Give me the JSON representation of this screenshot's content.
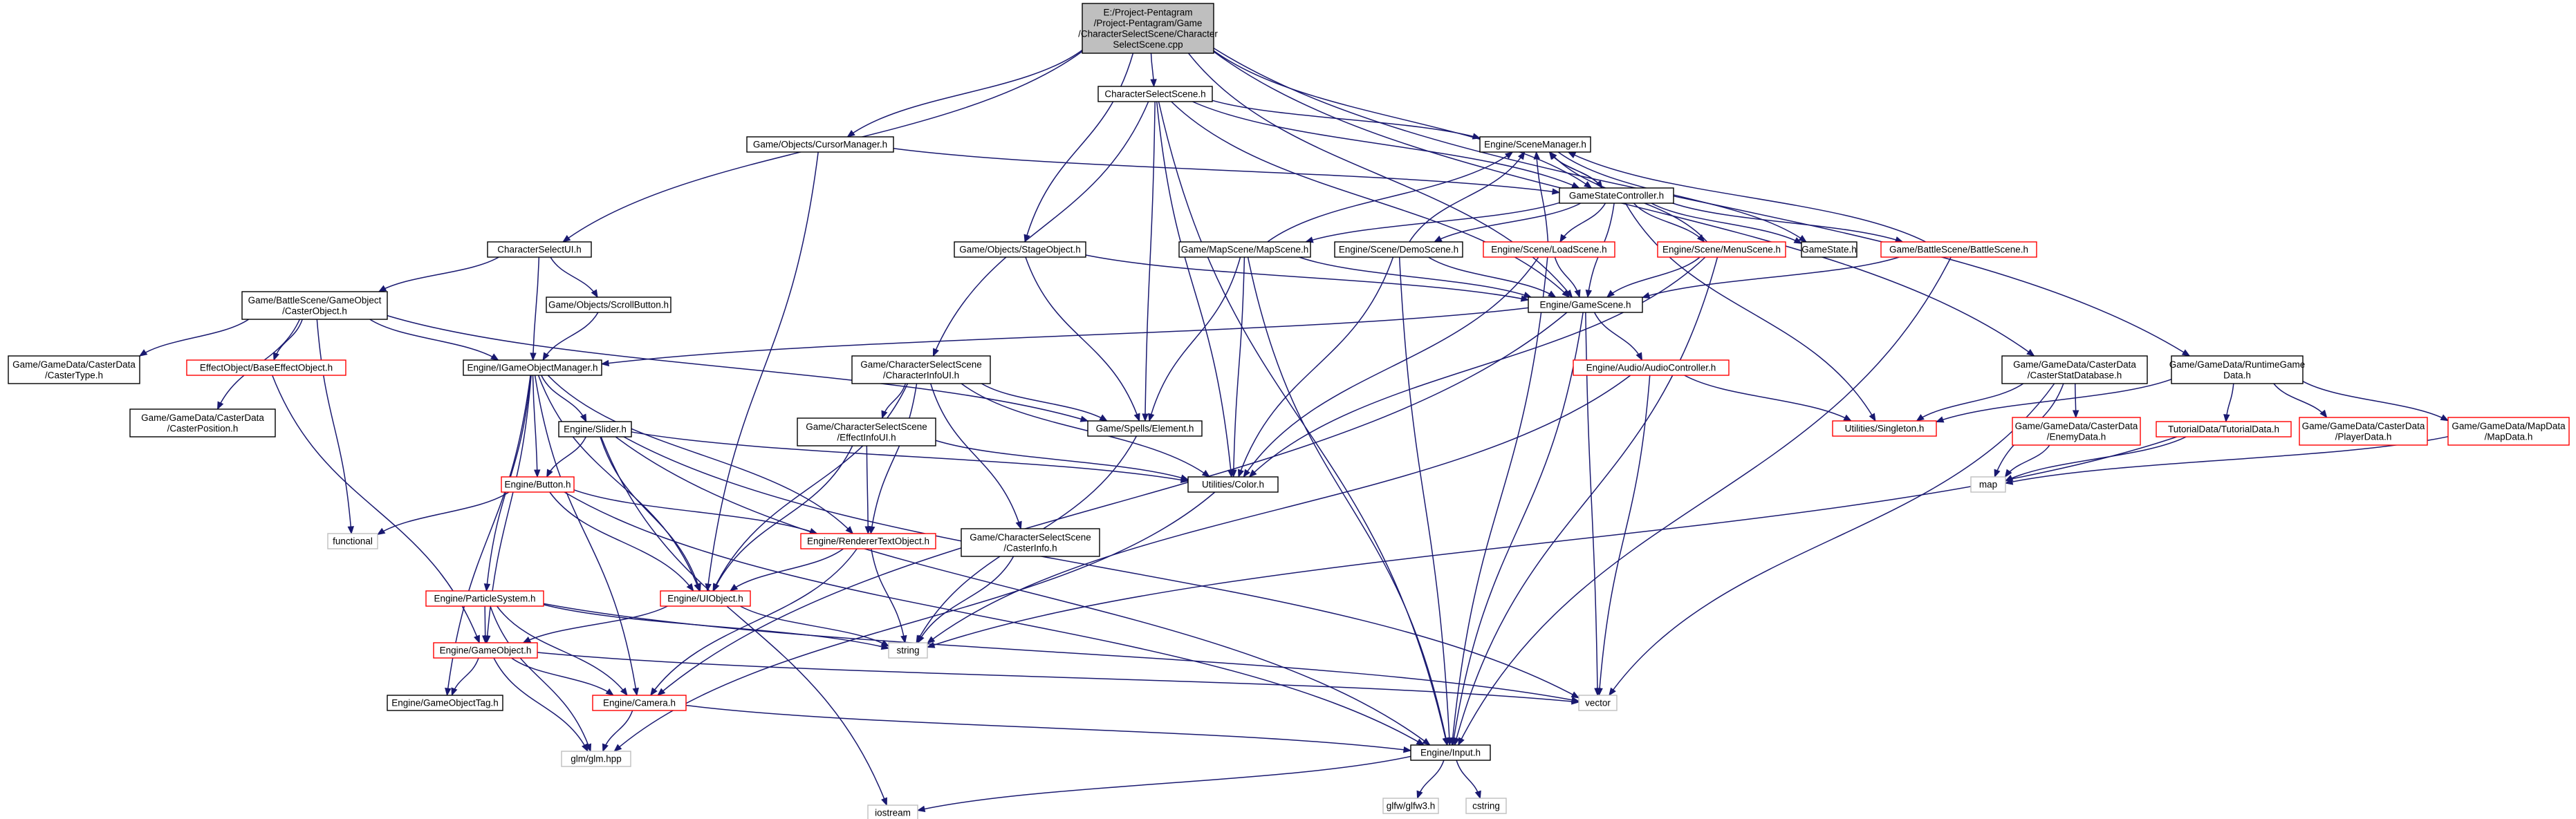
{
  "graph": {
    "nodes": [
      {
        "id": "root",
        "lines": [
          "E:/Project-Pentagram",
          "/Project-Pentagram/Game",
          "/CharacterSelectScene/Character",
          "SelectScene.cpp"
        ],
        "kind": "root"
      },
      {
        "id": "css_h",
        "lines": [
          "CharacterSelectScene.h"
        ],
        "kind": "normal"
      },
      {
        "id": "cursor",
        "lines": [
          "Game/Objects/CursorManager.h"
        ],
        "kind": "normal"
      },
      {
        "id": "scenemgr",
        "lines": [
          "Engine/SceneManager.h"
        ],
        "kind": "normal"
      },
      {
        "id": "gsc",
        "lines": [
          "GameStateController.h"
        ],
        "kind": "normal"
      },
      {
        "id": "csui",
        "lines": [
          "CharacterSelectUI.h"
        ],
        "kind": "normal"
      },
      {
        "id": "stage",
        "lines": [
          "Game/Objects/StageObject.h"
        ],
        "kind": "normal"
      },
      {
        "id": "mapscene",
        "lines": [
          "Game/MapScene/MapScene.h"
        ],
        "kind": "normal"
      },
      {
        "id": "demoscene",
        "lines": [
          "Engine/Scene/DemoScene.h"
        ],
        "kind": "normal"
      },
      {
        "id": "loadscene",
        "lines": [
          "Engine/Scene/LoadScene.h"
        ],
        "kind": "incomplete"
      },
      {
        "id": "menuscene",
        "lines": [
          "Engine/Scene/MenuScene.h"
        ],
        "kind": "incomplete"
      },
      {
        "id": "gamestate",
        "lines": [
          "GameState.h"
        ],
        "kind": "normal"
      },
      {
        "id": "battlescene",
        "lines": [
          "Game/BattleScene/BattleScene.h"
        ],
        "kind": "incomplete"
      },
      {
        "id": "casterobj",
        "lines": [
          "Game/BattleScene/GameObject",
          "/CasterObject.h"
        ],
        "kind": "normal"
      },
      {
        "id": "scroll",
        "lines": [
          "Game/Objects/ScrollButton.h"
        ],
        "kind": "normal"
      },
      {
        "id": "gamescene",
        "lines": [
          "Engine/GameScene.h"
        ],
        "kind": "normal"
      },
      {
        "id": "casterstat",
        "lines": [
          "Game/GameData/CasterData",
          "/CasterStatDatabase.h"
        ],
        "kind": "normal"
      },
      {
        "id": "runtime",
        "lines": [
          "Game/GameData/RuntimeGame",
          "Data.h"
        ],
        "kind": "normal"
      },
      {
        "id": "castertype",
        "lines": [
          "Game/GameData/CasterData",
          "/CasterType.h"
        ],
        "kind": "normal"
      },
      {
        "id": "baseeffect",
        "lines": [
          "EffectObject/BaseEffectObject.h"
        ],
        "kind": "incomplete"
      },
      {
        "id": "igom",
        "lines": [
          "Engine/IGameObjectManager.h"
        ],
        "kind": "normal"
      },
      {
        "id": "cinfoui",
        "lines": [
          "Game/CharacterSelectScene",
          "/CharacterInfoUI.h"
        ],
        "kind": "normal"
      },
      {
        "id": "audio",
        "lines": [
          "Engine/Audio/AudioController.h"
        ],
        "kind": "incomplete"
      },
      {
        "id": "casterpos",
        "lines": [
          "Game/GameData/CasterData",
          "/CasterPosition.h"
        ],
        "kind": "normal"
      },
      {
        "id": "slider",
        "lines": [
          "Engine/Slider.h"
        ],
        "kind": "normal"
      },
      {
        "id": "effectinfo",
        "lines": [
          "Game/CharacterSelectScene",
          "/EffectInfoUI.h"
        ],
        "kind": "normal"
      },
      {
        "id": "element",
        "lines": [
          "Game/Spells/Element.h"
        ],
        "kind": "normal"
      },
      {
        "id": "singleton",
        "lines": [
          "Utilities/Singleton.h"
        ],
        "kind": "incomplete"
      },
      {
        "id": "enemydata",
        "lines": [
          "Game/GameData/CasterData",
          "/EnemyData.h"
        ],
        "kind": "incomplete"
      },
      {
        "id": "tutorial",
        "lines": [
          "TutorialData/TutorialData.h"
        ],
        "kind": "incomplete"
      },
      {
        "id": "playerdata",
        "lines": [
          "Game/GameData/CasterData",
          "/PlayerData.h"
        ],
        "kind": "incomplete"
      },
      {
        "id": "mapdata",
        "lines": [
          "Game/GameData/MapData",
          "/MapData.h"
        ],
        "kind": "incomplete"
      },
      {
        "id": "button",
        "lines": [
          "Engine/Button.h"
        ],
        "kind": "incomplete"
      },
      {
        "id": "color",
        "lines": [
          "Utilities/Color.h"
        ],
        "kind": "normal"
      },
      {
        "id": "map",
        "lines": [
          "map"
        ],
        "kind": "missing"
      },
      {
        "id": "functional",
        "lines": [
          "functional"
        ],
        "kind": "missing"
      },
      {
        "id": "rtext",
        "lines": [
          "Engine/RendererTextObject.h"
        ],
        "kind": "incomplete"
      },
      {
        "id": "casterinfo",
        "lines": [
          "Game/CharacterSelectScene",
          "/CasterInfo.h"
        ],
        "kind": "normal"
      },
      {
        "id": "particle",
        "lines": [
          "Engine/ParticleSystem.h"
        ],
        "kind": "incomplete"
      },
      {
        "id": "uiobject",
        "lines": [
          "Engine/UIObject.h"
        ],
        "kind": "incomplete"
      },
      {
        "id": "string",
        "lines": [
          "string"
        ],
        "kind": "missing"
      },
      {
        "id": "gameobj",
        "lines": [
          "Engine/GameObject.h"
        ],
        "kind": "incomplete"
      },
      {
        "id": "gotag",
        "lines": [
          "Engine/GameObjectTag.h"
        ],
        "kind": "normal"
      },
      {
        "id": "camera",
        "lines": [
          "Engine/Camera.h"
        ],
        "kind": "incomplete"
      },
      {
        "id": "vector",
        "lines": [
          "vector"
        ],
        "kind": "missing"
      },
      {
        "id": "glm",
        "lines": [
          "glm/glm.hpp"
        ],
        "kind": "missing"
      },
      {
        "id": "input",
        "lines": [
          "Engine/Input.h"
        ],
        "kind": "normal"
      },
      {
        "id": "iostream",
        "lines": [
          "iostream"
        ],
        "kind": "missing"
      },
      {
        "id": "glfw",
        "lines": [
          "glfw/glfw3.h"
        ],
        "kind": "missing"
      },
      {
        "id": "cstring",
        "lines": [
          "cstring"
        ],
        "kind": "missing"
      }
    ],
    "edges": [
      [
        "root",
        "css_h"
      ],
      [
        "root",
        "cursor"
      ],
      [
        "root",
        "csui"
      ],
      [
        "root",
        "stage"
      ],
      [
        "root",
        "gsc"
      ],
      [
        "root",
        "gamescene"
      ],
      [
        "root",
        "casterstat"
      ],
      [
        "root",
        "runtime"
      ],
      [
        "css_h",
        "scenemgr"
      ],
      [
        "css_h",
        "gsc"
      ],
      [
        "css_h",
        "cinfoui"
      ],
      [
        "css_h",
        "element"
      ],
      [
        "css_h",
        "color"
      ],
      [
        "css_h",
        "input"
      ],
      [
        "css_h",
        "gamescene"
      ],
      [
        "cursor",
        "gsc"
      ],
      [
        "cursor",
        "uiobject"
      ],
      [
        "scenemgr",
        "gsc"
      ],
      [
        "scenemgr",
        "gamestate"
      ],
      [
        "gsc",
        "scenemgr"
      ],
      [
        "gsc",
        "mapscene"
      ],
      [
        "gsc",
        "demoscene"
      ],
      [
        "gsc",
        "loadscene"
      ],
      [
        "gsc",
        "menuscene"
      ],
      [
        "gsc",
        "gamestate"
      ],
      [
        "gsc",
        "battlescene"
      ],
      [
        "gsc",
        "gamescene"
      ],
      [
        "gsc",
        "singleton"
      ],
      [
        "mapscene",
        "scenemgr"
      ],
      [
        "mapscene",
        "gamescene"
      ],
      [
        "mapscene",
        "element"
      ],
      [
        "mapscene",
        "color"
      ],
      [
        "mapscene",
        "input"
      ],
      [
        "demoscene",
        "scenemgr"
      ],
      [
        "demoscene",
        "gamescene"
      ],
      [
        "demoscene",
        "color"
      ],
      [
        "demoscene",
        "input"
      ],
      [
        "loadscene",
        "scenemgr"
      ],
      [
        "loadscene",
        "gamescene"
      ],
      [
        "loadscene",
        "input"
      ],
      [
        "loadscene",
        "color"
      ],
      [
        "menuscene",
        "scenemgr"
      ],
      [
        "menuscene",
        "gamescene"
      ],
      [
        "menuscene",
        "input"
      ],
      [
        "menuscene",
        "color"
      ],
      [
        "battlescene",
        "scenemgr"
      ],
      [
        "battlescene",
        "gamescene"
      ],
      [
        "battlescene",
        "input"
      ],
      [
        "csui",
        "casterobj"
      ],
      [
        "csui",
        "scroll"
      ],
      [
        "csui",
        "igom"
      ],
      [
        "stage",
        "element"
      ],
      [
        "stage",
        "gamescene"
      ],
      [
        "casterobj",
        "castertype"
      ],
      [
        "casterobj",
        "baseeffect"
      ],
      [
        "casterobj",
        "casterpos"
      ],
      [
        "casterobj",
        "igom"
      ],
      [
        "casterobj",
        "functional"
      ],
      [
        "casterobj",
        "element"
      ],
      [
        "scroll",
        "igom"
      ],
      [
        "gamescene",
        "igom"
      ],
      [
        "gamescene",
        "audio"
      ],
      [
        "gamescene",
        "vector"
      ],
      [
        "gamescene",
        "input"
      ],
      [
        "gamescene",
        "camera"
      ],
      [
        "casterstat",
        "singleton"
      ],
      [
        "casterstat",
        "enemydata"
      ],
      [
        "casterstat",
        "map"
      ],
      [
        "casterstat",
        "vector"
      ],
      [
        "runtime",
        "singleton"
      ],
      [
        "runtime",
        "tutorial"
      ],
      [
        "runtime",
        "playerdata"
      ],
      [
        "runtime",
        "mapdata"
      ],
      [
        "baseeffect",
        "gameobj"
      ],
      [
        "igom",
        "slider"
      ],
      [
        "igom",
        "button"
      ],
      [
        "igom",
        "rtext"
      ],
      [
        "igom",
        "particle"
      ],
      [
        "igom",
        "uiobject"
      ],
      [
        "igom",
        "gameobj"
      ],
      [
        "igom",
        "gotag"
      ],
      [
        "igom",
        "camera"
      ],
      [
        "cinfoui",
        "element"
      ],
      [
        "cinfoui",
        "effectinfo"
      ],
      [
        "cinfoui",
        "casterinfo"
      ],
      [
        "cinfoui",
        "color"
      ],
      [
        "cinfoui",
        "rtext"
      ],
      [
        "cinfoui",
        "uiobject"
      ],
      [
        "audio",
        "singleton"
      ],
      [
        "audio",
        "string"
      ],
      [
        "audio",
        "vector"
      ],
      [
        "slider",
        "button"
      ],
      [
        "slider",
        "uiobject"
      ],
      [
        "slider",
        "color"
      ],
      [
        "slider",
        "input"
      ],
      [
        "slider",
        "vector"
      ],
      [
        "slider",
        "iostream"
      ],
      [
        "effectinfo",
        "rtext"
      ],
      [
        "effectinfo",
        "uiobject"
      ],
      [
        "effectinfo",
        "color"
      ],
      [
        "element",
        "string"
      ],
      [
        "tutorial",
        "string"
      ],
      [
        "tutorial",
        "map"
      ],
      [
        "enemydata",
        "map"
      ],
      [
        "mapdata",
        "map"
      ],
      [
        "button",
        "functional"
      ],
      [
        "button",
        "rtext"
      ],
      [
        "button",
        "uiobject"
      ],
      [
        "button",
        "input"
      ],
      [
        "color",
        "glm"
      ],
      [
        "rtext",
        "uiobject"
      ],
      [
        "rtext",
        "string"
      ],
      [
        "rtext",
        "camera"
      ],
      [
        "casterinfo",
        "string"
      ],
      [
        "particle",
        "gameobj"
      ],
      [
        "particle",
        "camera"
      ],
      [
        "particle",
        "glm"
      ],
      [
        "particle",
        "vector"
      ],
      [
        "particle",
        "string"
      ],
      [
        "uiobject",
        "gameobj"
      ],
      [
        "uiobject",
        "string"
      ],
      [
        "gameobj",
        "gotag"
      ],
      [
        "gameobj",
        "camera"
      ],
      [
        "gameobj",
        "glm"
      ],
      [
        "gameobj",
        "vector"
      ],
      [
        "camera",
        "glm"
      ],
      [
        "camera",
        "input"
      ],
      [
        "input",
        "iostream"
      ],
      [
        "input",
        "glfw"
      ],
      [
        "input",
        "cstring"
      ]
    ]
  }
}
